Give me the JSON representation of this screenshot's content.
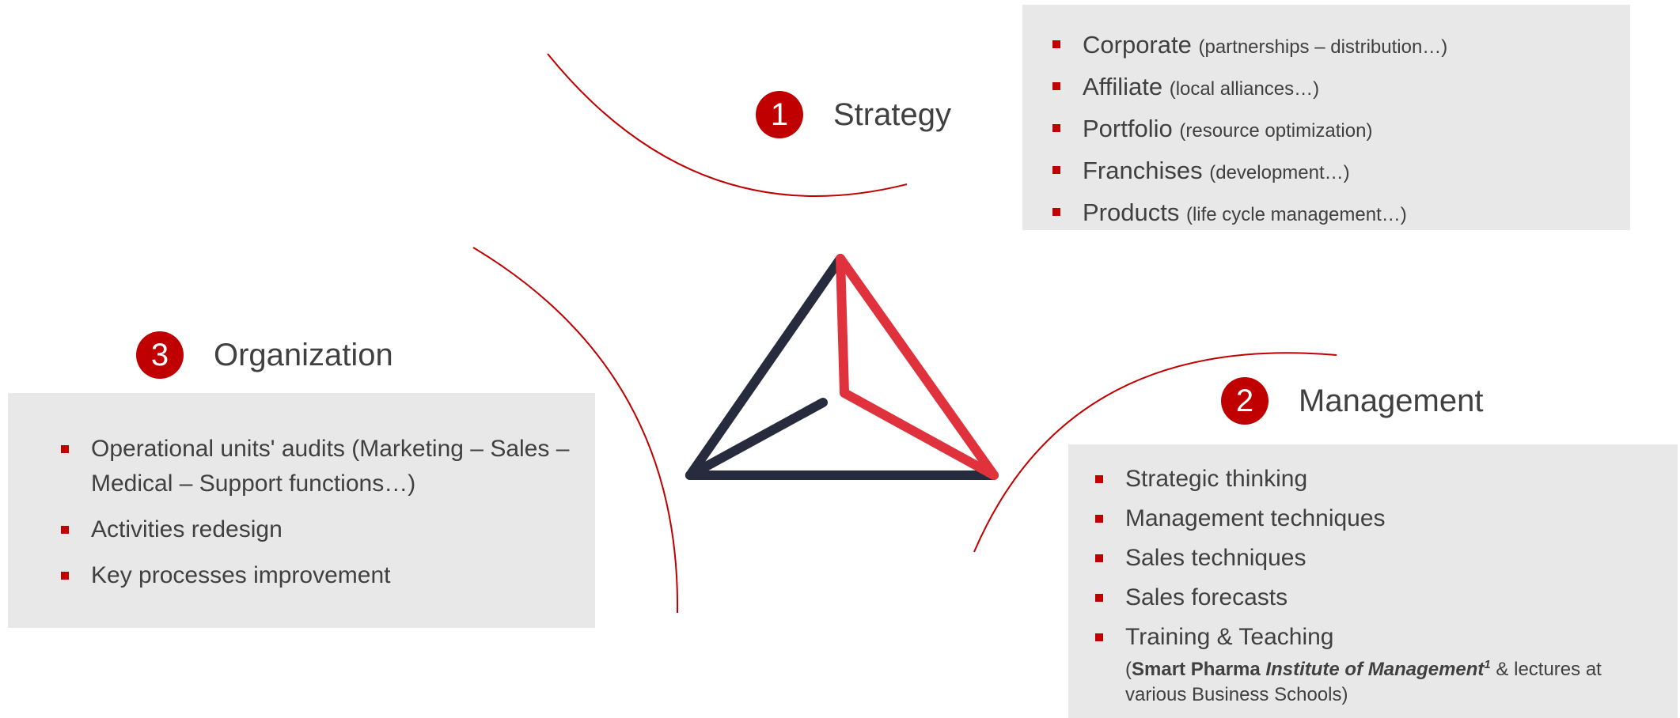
{
  "colors": {
    "accent": "#c00000",
    "triangle_red": "#e0323c",
    "triangle_navy": "#262c3d",
    "panel": "#e8e8e8",
    "text": "#404040"
  },
  "strategy": {
    "number": "1",
    "title": "Strategy",
    "items": [
      {
        "label": "Corporate",
        "detail": "(partnerships – distribution…)"
      },
      {
        "label": "Affiliate",
        "detail": "(local alliances…)"
      },
      {
        "label": "Portfolio",
        "detail": "(resource optimization)"
      },
      {
        "label": "Franchises",
        "detail": "(development…)"
      },
      {
        "label": "Products",
        "detail": "(life cycle management…)"
      }
    ]
  },
  "management": {
    "number": "2",
    "title": "Management",
    "items": [
      "Strategic thinking",
      "Management techniques",
      "Sales techniques",
      "Sales forecasts",
      "Training & Teaching"
    ],
    "training_note": {
      "open": "(",
      "bold": "Smart Pharma ",
      "bold_italic": "Institute of Management",
      "footnote": "1",
      "rest": " & lectures at various Business Schools)"
    }
  },
  "organization": {
    "number": "3",
    "title": "Organization",
    "items": [
      "Operational units' audits (Marketing – Sales – Medical – Support functions…)",
      "Activities redesign",
      "Key processes improvement"
    ]
  }
}
